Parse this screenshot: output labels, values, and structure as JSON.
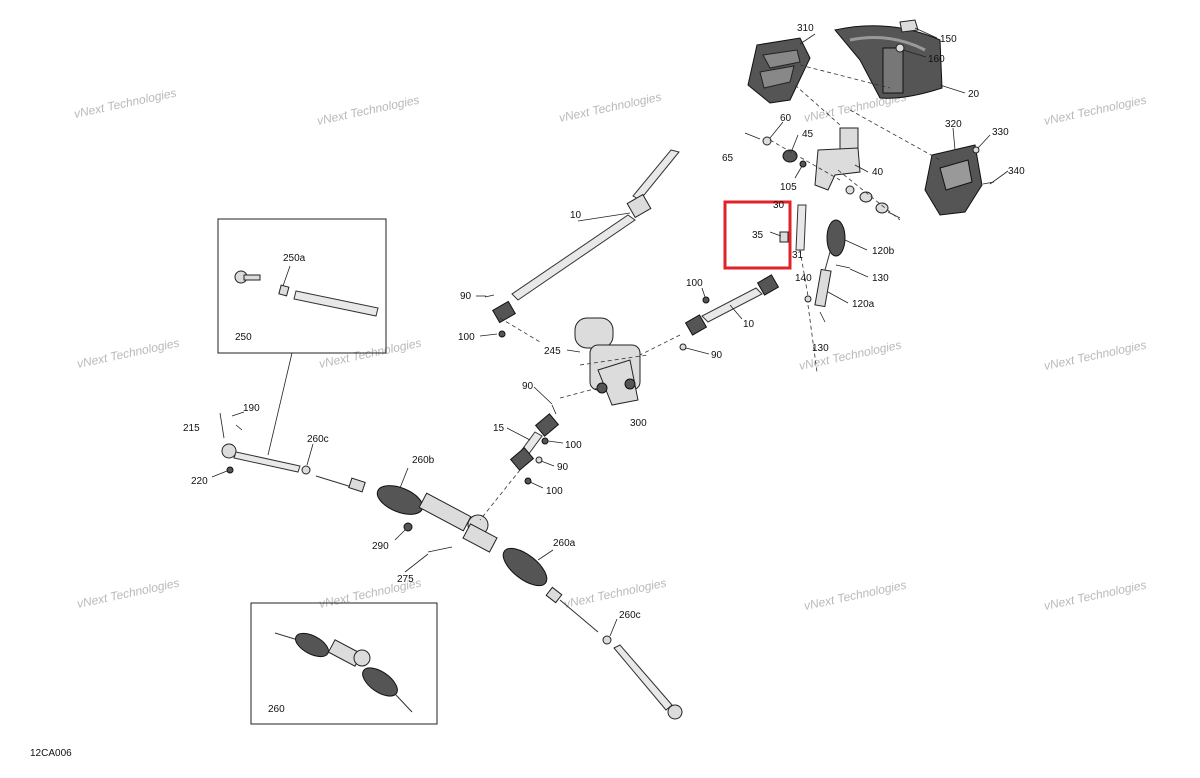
{
  "diagram": {
    "code": "12CA006",
    "watermark_line1": "vNext",
    "watermark_line2": "Technologies",
    "watermark_text": "vNext Technologies",
    "highlight_color": "#e0222a",
    "labels": {
      "l10a": "10",
      "l10b": "10",
      "l15": "15",
      "l20": "20",
      "l30": "30",
      "l31": "31",
      "l35": "35",
      "l40": "40",
      "l45": "45",
      "l60": "60",
      "l65": "65",
      "l90a": "90",
      "l90b": "90",
      "l90c": "90",
      "l90d": "90",
      "l100a": "100",
      "l100b": "100",
      "l100c": "100",
      "l100d": "100",
      "l105": "105",
      "l120a": "120a",
      "l120b": "120b",
      "l130a": "130",
      "l130b": "130",
      "l140": "140",
      "l150": "150",
      "l160": "160",
      "l190": "190",
      "l215": "215",
      "l220": "220",
      "l245": "245",
      "l250": "250",
      "l250a": "250a",
      "l260": "260",
      "l260a": "260a",
      "l260b": "260b",
      "l260c1": "260c",
      "l260c2": "260c",
      "l275": "275",
      "l290": "290",
      "l300": "300",
      "l310": "310",
      "l320": "320",
      "l330": "330",
      "l340": "340"
    }
  }
}
